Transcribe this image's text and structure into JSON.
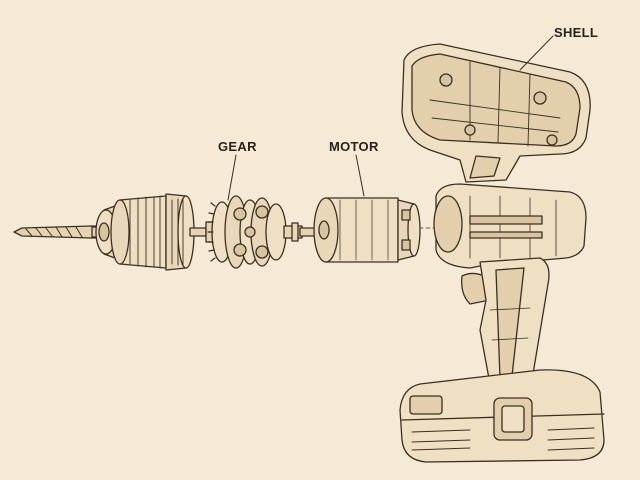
{
  "labels": {
    "shell": "SHELL",
    "gear": "GEAR",
    "motor": "MOTOR"
  },
  "colors": {
    "background": "#f6ead6",
    "ink": "#3b2f24",
    "fill": "#efe0c4",
    "shade": "#d9c4a0"
  }
}
